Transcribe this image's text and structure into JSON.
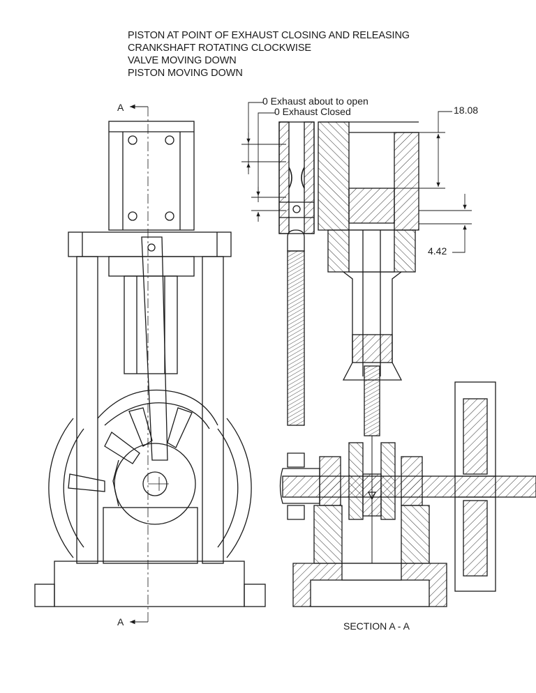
{
  "notes": [
    "PISTON AT POINT OF EXHAUST CLOSING AND RELEASING",
    "CRANKSHAFT ROTATING CLOCKWISE",
    "VALVE  MOVING DOWN",
    "PISTON MOVING DOWN"
  ],
  "section_marker_top": "A",
  "section_marker_bottom": "A",
  "callouts": {
    "exhaust_open": "0 Exhaust about to open",
    "exhaust_closed": "0 Exhaust Closed"
  },
  "dimensions": {
    "upper": "18.08",
    "lower": "4.42"
  },
  "section_title": "SECTION A - A",
  "colors": {
    "line": "#1a1a1a",
    "paper": "#ffffff"
  }
}
